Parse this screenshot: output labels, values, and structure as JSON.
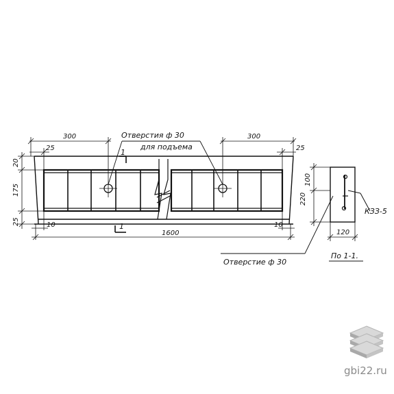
{
  "labels": {
    "hole_lift_line1": "Отверстия ф 30",
    "hole_lift_line2": "для подъема",
    "hole_bottom": "Отверстие ф 30",
    "section_caption": "По 1-1.",
    "rebar_mark": "КЗЗ-5",
    "section_mark_top": "1",
    "section_mark_bottom": "1"
  },
  "dimensions": {
    "left_300": "300",
    "right_300": "300",
    "left_25": "25",
    "right_25": "25",
    "height_20": "20",
    "height_175": "175",
    "height_25": "25",
    "bottom_10_left": "10",
    "bottom_10_right": "10",
    "total_length": "1600",
    "section_100": "100",
    "section_220": "220",
    "section_120": "120"
  },
  "watermark": "gbi22.ru",
  "logo_icon": "layered-slabs-icon"
}
